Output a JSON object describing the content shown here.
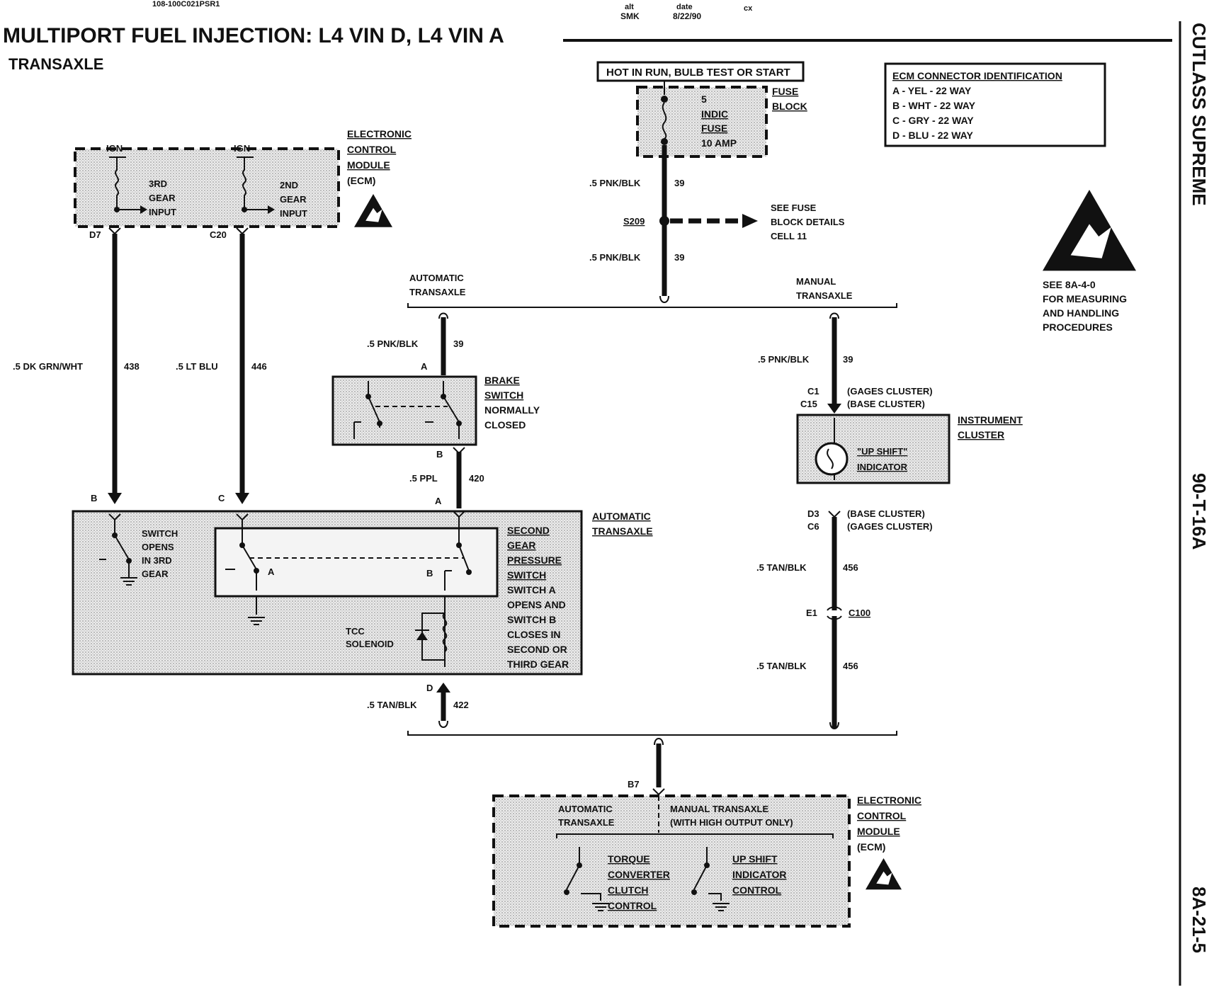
{
  "header": {
    "code": "108-100C021PSR1",
    "title": "MULTIPORT FUEL INJECTION: L4 VIN D, L4 VIN A",
    "subtitle": "TRANSAXLE",
    "alt_label": "alt",
    "alt_value": "SMK",
    "date_label": "date",
    "date_value": "8/22/90",
    "cx": "cx"
  },
  "side": {
    "model": "CUTLASS SUPREME",
    "code": "90-T-16A",
    "page": "8A-21-5"
  },
  "hot_label": "HOT IN RUN, BULB TEST OR START",
  "fuse": {
    "num": "5",
    "l1": "INDIC",
    "l2": "FUSE",
    "amp": "10 AMP",
    "block1": "FUSE",
    "block2": "BLOCK"
  },
  "ecm_id": {
    "title": "ECM CONNECTOR IDENTIFICATION",
    "a": "A - YEL - 22 WAY",
    "b": "B - WHT - 22 WAY",
    "c": "C - GRY - 22 WAY",
    "d": "D - BLU - 22 WAY"
  },
  "esd_note": {
    "l1": "SEE 8A-4-0",
    "l2": "FOR MEASURING",
    "l3": "AND HANDLING",
    "l4": "PROCEDURES"
  },
  "ecm_top": {
    "ign1": "IGN",
    "ign2": "IGN",
    "in3a": "3RD",
    "in3b": "GEAR",
    "in3c": "INPUT",
    "in2a": "2ND",
    "in2b": "GEAR",
    "in2c": "INPUT",
    "n1": "ELECTRONIC",
    "n2": "CONTROL",
    "n3": "MODULE",
    "n4": "(ECM)",
    "pin_d7": "D7",
    "pin_c20": "C20"
  },
  "wires": {
    "w438": ".5 DK GRN/WHT",
    "c438": "438",
    "w446": ".5 LT BLU",
    "c446": "446",
    "w39a": ".5 PNK/BLK",
    "c39a": "39",
    "splice": "S209",
    "see1": "SEE FUSE",
    "see2": "BLOCK DETAILS",
    "see3": "CELL 11",
    "w39b": ".5 PNK/BLK",
    "c39b": "39",
    "w39c": ".5 PNK/BLK",
    "c39c": "39",
    "w420": ".5 PPL",
    "c420": "420",
    "w39d": ".5 PNK/BLK",
    "c39d": "39",
    "w456a": ".5 TAN/BLK",
    "c456a": "456",
    "w456b": ".5 TAN/BLK",
    "c456b": "456",
    "w422": ".5 TAN/BLK",
    "c422": "422"
  },
  "branch": {
    "auto1": "AUTOMATIC",
    "auto2": "TRANSAXLE",
    "man1": "MANUAL",
    "man2": "TRANSAXLE"
  },
  "brake": {
    "pin_a": "A",
    "pin_b": "B",
    "l1": "BRAKE",
    "l2": "SWITCH",
    "l3": "NORMALLY",
    "l4": "CLOSED"
  },
  "cluster": {
    "c1": "C1",
    "c15": "C15",
    "g1": "(GAGES CLUSTER)",
    "b1": "(BASE CLUSTER)",
    "l1": "INSTRUMENT",
    "l2": "CLUSTER",
    "ind1": "\"UP SHIFT\"",
    "ind2": "INDICATOR",
    "d3": "D3",
    "c6": "C6",
    "b2": "(BASE CLUSTER)",
    "g2": "(GAGES CLUSTER)",
    "e1": "E1",
    "c100": "C100"
  },
  "trans": {
    "pin_b": "B",
    "pin_c": "C",
    "pin_a": "A",
    "pin_d": "D",
    "sw1": "SWITCH",
    "sw2": "OPENS",
    "sw3": "IN 3RD",
    "sw4": "GEAR",
    "swA": "A",
    "swB": "B",
    "tcc1": "TCC",
    "tcc2": "SOLENOID",
    "s1": "SECOND",
    "s2": "GEAR",
    "s3": "PRESSURE",
    "s4": "SWITCH",
    "s5": "SWITCH A",
    "s6": "OPENS AND",
    "s7": "SWITCH B",
    "s8": "CLOSES IN",
    "s9": "SECOND OR",
    "s10": "THIRD GEAR",
    "at1": "AUTOMATIC",
    "at2": "TRANSAXLE"
  },
  "ecm_bot": {
    "pin_b7": "B7",
    "auto1": "AUTOMATIC",
    "auto2": "TRANSAXLE",
    "man1": "MANUAL TRANSAXLE",
    "man2": "(WITH HIGH OUTPUT ONLY)",
    "t1": "TORQUE",
    "t2": "CONVERTER",
    "t3": "CLUTCH",
    "t4": "CONTROL",
    "u1": "UP SHIFT",
    "u2": "INDICATOR",
    "u3": "CONTROL",
    "n1": "ELECTRONIC",
    "n2": "CONTROL",
    "n3": "MODULE",
    "n4": "(ECM)"
  }
}
